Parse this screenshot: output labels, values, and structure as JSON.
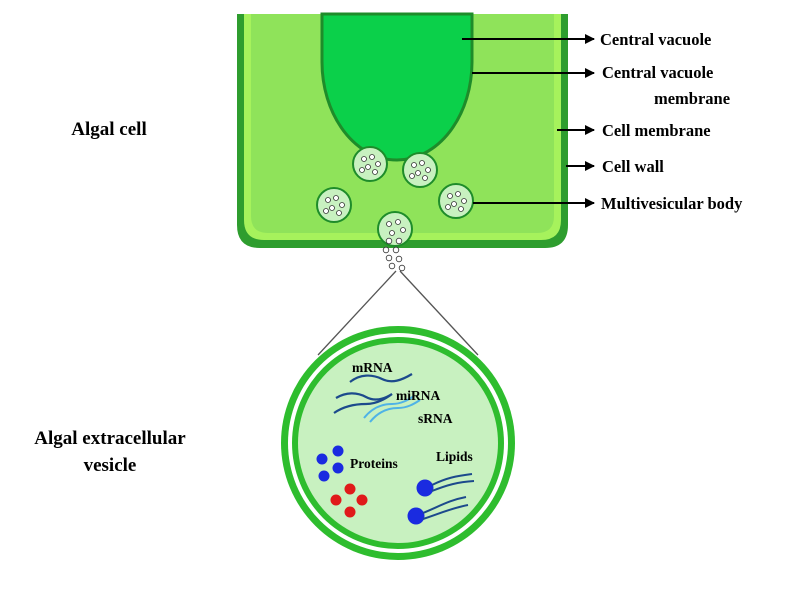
{
  "side_labels": {
    "algal_cell": "Algal cell",
    "algal_ev_line1": "Algal extracellular",
    "algal_ev_line2": "vesicle"
  },
  "callouts": {
    "central_vacuole": "Central vacuole",
    "central_vacuole_membrane_line1": "Central vacuole",
    "central_vacuole_membrane_line2": "membrane",
    "cell_membrane": "Cell membrane",
    "cell_wall": "Cell wall",
    "multivesicular_body": "Multivesicular body"
  },
  "vesicle_contents": {
    "mrna": "mRNA",
    "mirna": "miRNA",
    "srna": "sRNA",
    "proteins": "Proteins",
    "lipids": "Lipids"
  },
  "colors": {
    "cell_wall": "#2e9d2e",
    "cell_membrane": "#a6f25c",
    "cytoplasm": "#8fe35a",
    "vacuole": "#0bd04a",
    "vesicle_fill": "#c8f1c0",
    "vesicle_ring": "#2ebd2e",
    "protein_blue": "#1a2be0",
    "protein_red": "#e01a1a",
    "rna_dark": "#1c4a8c",
    "rna_light": "#4fb3e6"
  }
}
